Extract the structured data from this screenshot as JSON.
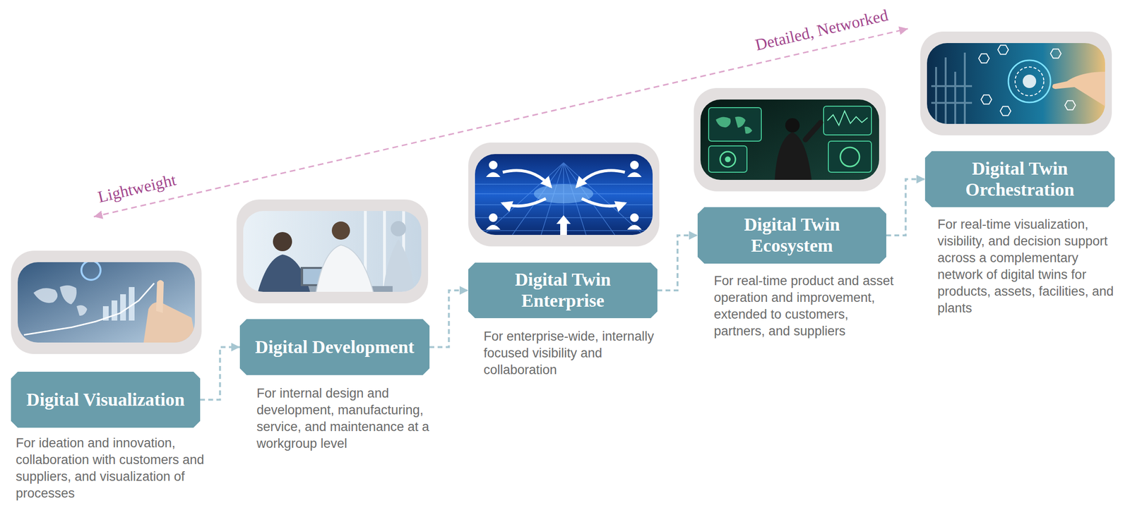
{
  "diagram": {
    "nodes": [
      {
        "text": [
          "Digital Visualization",
          "For ideation and innovation, collaboration with customers and suppliers, and visualization of processes"
        ]
      },
      {
        "text": [
          "Digital Development",
          "For internal design and development, manufacturing, service, and maintenance at a workgroup level"
        ]
      },
      {
        "text": [
          "Digital Twin Enterprise",
          "For enterprise-wide, internally focused visibility and collaboration"
        ]
      },
      {
        "text": [
          "Digital Twin Ecosystem",
          "For real-time product and asset operation and improvement, extended to customers, partners, and suppliers"
        ]
      },
      {
        "text": [
          "Digital Twin Orchestration",
          "For real-time visualization, visibility, and decision support across a complementary network of digital twins for products, assets, facilities, and plants"
        ]
      }
    ],
    "edges": [
      {
        "from": 0,
        "to": 1,
        "arrow": "to"
      },
      {
        "from": 1,
        "to": 2,
        "arrow": "to"
      },
      {
        "from": 2,
        "to": 3,
        "arrow": "to"
      },
      {
        "from": 3,
        "to": 4,
        "arrow": "to"
      }
    ],
    "labels": [
      "Lightweight",
      "Detailed, Networked"
    ]
  }
}
